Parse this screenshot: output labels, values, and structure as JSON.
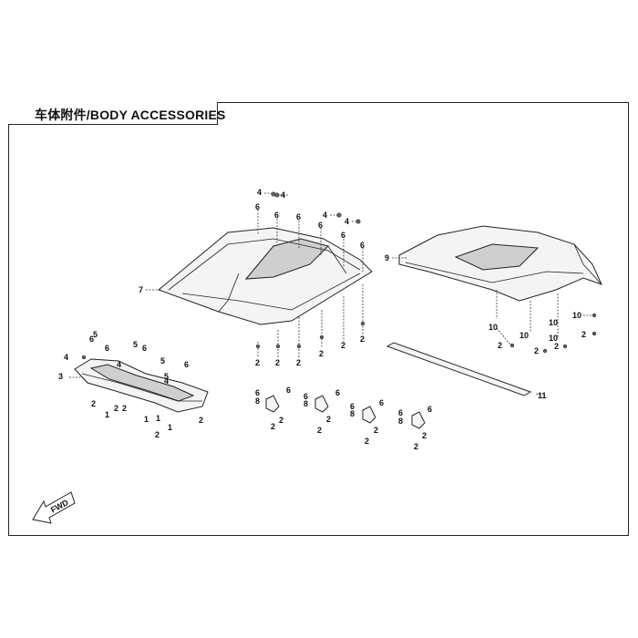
{
  "title": "车体附件/BODY ACCESSORIES",
  "fwd_label": "FWD",
  "callouts": {
    "front_roof": {
      "n4a": "4",
      "n4b": "4",
      "n4c": "4",
      "n4d": "4",
      "n6a": "6",
      "n6b": "6",
      "n6c": "6",
      "n6d": "6",
      "n6e": "6",
      "n6f": "6",
      "n7": "7",
      "n2a": "2",
      "n2b": "2",
      "n2c": "2",
      "n2d": "2",
      "n2e": "2",
      "n2f": "2"
    },
    "rear_roof": {
      "n9": "9",
      "n10a": "10",
      "n10b": "10",
      "n10c": "10",
      "n10d": "10",
      "n10e": "10",
      "n2a": "2",
      "n2b": "2",
      "n2c": "2",
      "n2d": "2"
    },
    "seal": {
      "n11": "11"
    },
    "frame_bar": {
      "n3": "3",
      "n4a": "4",
      "n4b": "4",
      "n4c": "4",
      "n5a": "5",
      "n5b": "5",
      "n5c": "5",
      "n5d": "5",
      "n6a": "6",
      "n6b": "6",
      "n6c": "6",
      "n6d": "6",
      "n1a": "1",
      "n1b": "1",
      "n1c": "1",
      "n1d": "1",
      "n2a": "2",
      "n2b": "2",
      "n2c": "2",
      "n2d": "2",
      "n2e": "2"
    },
    "clips": [
      {
        "a": "6",
        "b": "8",
        "c": "6",
        "d": "2",
        "e": "2"
      },
      {
        "a": "6",
        "b": "8",
        "c": "6",
        "d": "2",
        "e": "2"
      },
      {
        "a": "6",
        "b": "8",
        "c": "6",
        "d": "2",
        "e": "2"
      },
      {
        "a": "6",
        "b": "8",
        "c": "6",
        "d": "2",
        "e": "2"
      }
    ]
  }
}
